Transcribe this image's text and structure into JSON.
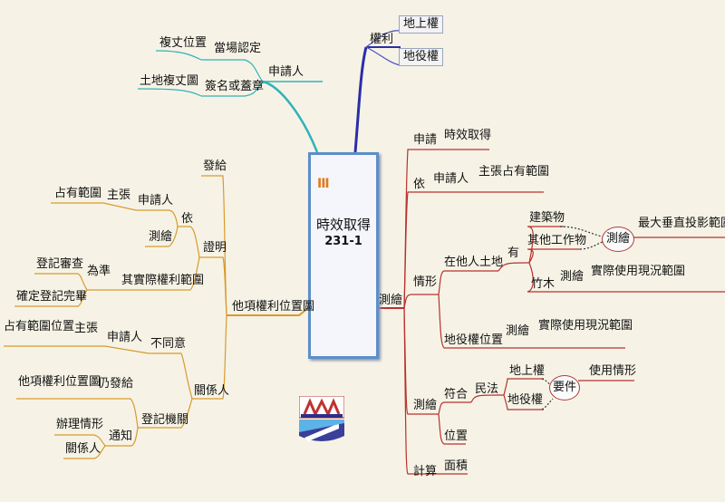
{
  "center": {
    "mark": "III",
    "title": "時效取得",
    "code": "231-1"
  },
  "nodes": {
    "quanli": "權利",
    "dishangquan": "地上權",
    "diyiquan": "地役權",
    "shenqingren_top": "申請人",
    "fuzhangweizhi": "複丈位置",
    "dangchang": "當場認定",
    "tudifuzhangtu": "土地複丈圖",
    "qianming": "簽名或蓋章",
    "shenqing_r": "申請",
    "shixiaoqude": "時效取得",
    "yi_r": "依",
    "shenqingren_r": "申請人",
    "zhuzhang_r": "主張占有範圍",
    "cehui_main": "測繪",
    "qingxing": "情形",
    "zaitarentudi": "在他人土地",
    "you": "有",
    "jianzhuwu": "建築物",
    "qitagongzuowu": "其他工作物",
    "cehui_oval": "測繪",
    "zuidachuizhi": "最大垂直投影範圍",
    "zhumu": "竹木",
    "cehui_zhumu": "測繪",
    "shiji_zhumu": "實際使用現況範圍",
    "diyiquanweizhi": "地役權位置",
    "cehui_diyi": "測繪",
    "shiji_diyi": "實際使用現況範圍",
    "cehui_low": "測繪",
    "fuhe": "符合",
    "minfa": "民法",
    "dishang2": "地上權",
    "diyi2": "地役權",
    "yaojian": "要件",
    "shiyongqingxing": "使用情形",
    "weizhi": "位置",
    "jisuan": "計算",
    "mianji": "面積",
    "taxiang": "他項權利位置圖",
    "fagei": "發給",
    "zhengming": "證明",
    "yi_l": "依",
    "shenqingren_l": "申請人",
    "zhuzhang_l": "主張",
    "zhanyoufanwei_l": "占有範圍",
    "cehui_l": "測繪",
    "weizhun": "為準",
    "qishiji": "其實際權利範圍",
    "dengjishencha": "登記審查",
    "quedingdengji": "確定登記完畢",
    "guanxiren": "關係人",
    "butongyi": "不同意",
    "shenqingren_l2": "申請人",
    "zhuzhang_l2": "主張",
    "zhanyouweizhi": "占有範圍位置",
    "dengjijiguan": "登記機關",
    "rengei": "仍發給",
    "taxiang2": "他項權利位置圖",
    "tongzhi": "通知",
    "banliqingxing": "辦理情形",
    "guanxiren2": "關係人"
  },
  "logo": {
    "name": "shield-logo"
  }
}
